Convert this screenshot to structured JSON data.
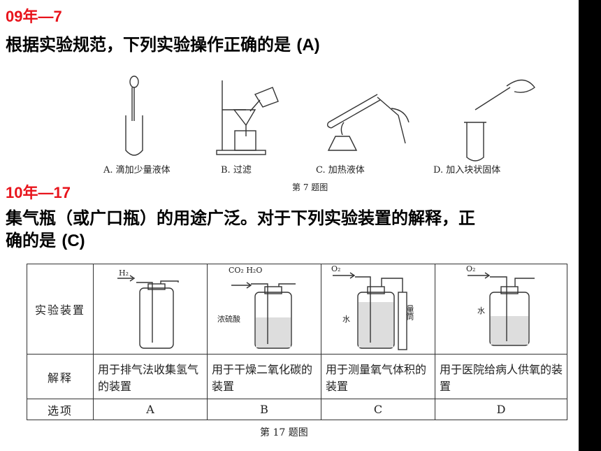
{
  "q7": {
    "tag": "09年—7",
    "question": "根据实验规范，下列实验操作正确的是 ",
    "answer": "(A)",
    "options": [
      {
        "label": "A. 滴加少量液体"
      },
      {
        "label": "B. 过滤"
      },
      {
        "label": "C. 加热液体"
      },
      {
        "label": "D. 加入块状固体"
      }
    ],
    "figure_caption": "第 7 题图"
  },
  "q17": {
    "tag": "10年—17",
    "question_line1": "集气瓶（或广口瓶）的用途广泛。对于下列实验装置的解释，正",
    "question_line2": "确的是 ",
    "answer": "(C)",
    "row_headers": [
      "实验装置",
      "解释",
      "选项"
    ],
    "columns": [
      {
        "gas": "H₂",
        "liquid": "",
        "explanation": "用于排气法收集氢气的装置",
        "option": "A"
      },
      {
        "gas": "CO₂ H₂O",
        "liquid": "浓硫酸",
        "explanation": "用于干燥二氧化碳的装置",
        "option": "B"
      },
      {
        "gas": "O₂",
        "liquid": "水",
        "extra": "量筒",
        "explanation": "用于测量氧气体积的装置",
        "option": "C"
      },
      {
        "gas": "O₂",
        "liquid": "水",
        "explanation": "用于医院给病人供氧的装置",
        "option": "D"
      }
    ],
    "figure_caption": "第 17 题图"
  }
}
